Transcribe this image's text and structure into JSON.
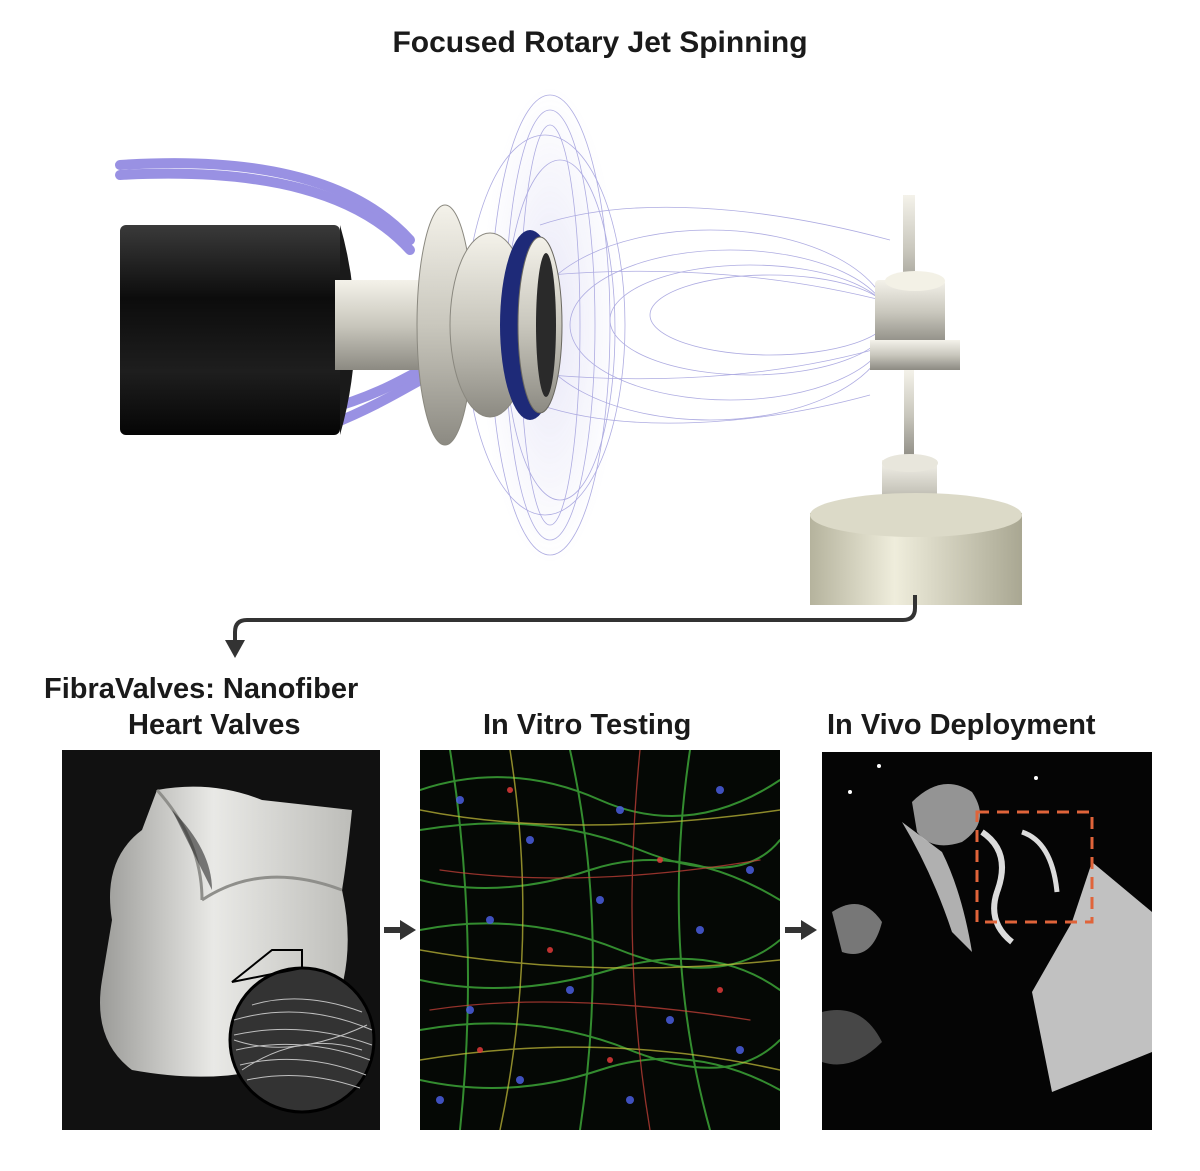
{
  "title": "Focused Rotary Jet Spinning",
  "panels": {
    "valve": {
      "label_line1": "FibraValves: Nanofiber",
      "label_line2": "Heart Valves"
    },
    "invitro": {
      "label": "In Vitro Testing"
    },
    "invivo": {
      "label": "In Vivo Deployment"
    }
  },
  "colors": {
    "fiber": "#6b67c9",
    "tube": "#8f86e0",
    "arrow": "#333333",
    "highlight": "#e0643a"
  }
}
